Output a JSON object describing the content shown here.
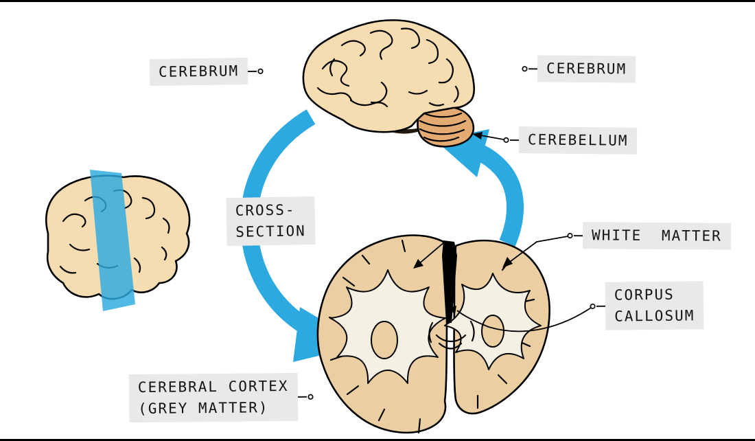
{
  "labels": {
    "cerebrum_left": "CEREBRUM",
    "cerebrum_right": "CEREBRUM",
    "cerebellum": "CEREBELLUM",
    "cross_section": [
      "CROSS-",
      "SECTION"
    ],
    "white_matter": "WHITE MATTER",
    "corpus_callosum": [
      "CORPUS",
      "CALLOSUM"
    ],
    "cerebral_cortex": [
      "CEREBRAL CORTEX",
      "(GREY MATTER)"
    ]
  },
  "icons": {
    "tag_string": "line with small ring (specimen tag tie)"
  },
  "colors": {
    "background": "#ffffff",
    "frame_border": "#000000",
    "arrow_blue": "#2caadf",
    "plane_blue": "#2caadf",
    "label_bg": "#e9e9e9",
    "label_text": "#141414",
    "brain_fill": "#f5dcb1",
    "cerebellum_fill": "#e3ab72",
    "cortex_fill": "#ebcfa2",
    "white_matter_fill": "#f4f0e3",
    "shadow_dark": "#241a0e",
    "outline": "#000000"
  }
}
